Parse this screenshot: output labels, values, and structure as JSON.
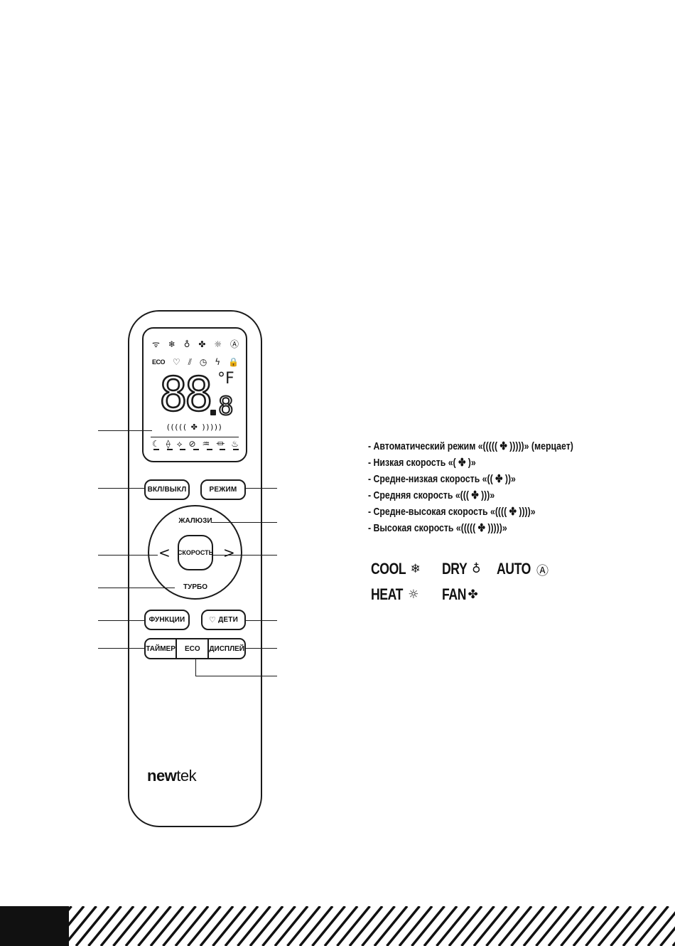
{
  "remote": {
    "brand_bold": "new",
    "brand_light": "tek",
    "lcd": {
      "top_icons": [
        "wifi-icon",
        "snowflake-icon",
        "dry-drop-icon",
        "fan-icon",
        "sun-icon",
        "auto-a-icon"
      ],
      "top_glyphs": [
        "ᯤ",
        "❄",
        "♁",
        "✤",
        "☼",
        "Ⓐ"
      ],
      "second_row_eco": "ECO",
      "second_row_glyphs": [
        "♡",
        "⫽",
        "◷",
        "ϟ",
        "🔒"
      ],
      "big_digits": "88",
      "small_digit": "8",
      "degree_unit": "°F",
      "fan_bar": "(((((  ✤  )))))",
      "bottom_glyphs": [
        "☾",
        "⟠",
        "⟡",
        "⊘",
        "♒",
        "⏛",
        "♨"
      ]
    },
    "buttons": {
      "power": "ВКЛ/ВЫКЛ",
      "mode": "РЕЖИМ",
      "swing": "ЖАЛЮЗИ",
      "speed": "СКОРОСТЬ",
      "turbo": "ТУРБО",
      "left_arrow": "<",
      "right_arrow": ">",
      "functions": "ФУНКЦИИ",
      "kids": "ДЕТИ",
      "timer": "ТАЙМЕР",
      "eco": "ECO",
      "display": "ДИСПЛЕЙ"
    }
  },
  "speed_list": [
    "- Автоматический режим «(((((  ✤  )))))» (мерцает)",
    "- Низкая скорость «(  ✤  )»",
    "- Средне-низкая скорость «((  ✤  ))»",
    "- Средняя скорость «(((  ✤  )))»",
    "- Средне-высокая скорость «((((  ✤  ))))»",
    "- Высокая скорость «(((((  ✤  )))))»"
  ],
  "modes": [
    {
      "name": "COOL",
      "icon": "snowflake-icon",
      "glyph": "❄"
    },
    {
      "name": "DRY",
      "icon": "dry-drop-icon",
      "glyph": "♁"
    },
    {
      "name": "AUTO",
      "icon": "auto-a-icon",
      "glyph": "Ⓐ"
    },
    {
      "name": "HEAT",
      "icon": "sun-icon",
      "glyph": "☼"
    },
    {
      "name": "FAN",
      "icon": "fan-icon",
      "glyph": "✤"
    }
  ]
}
